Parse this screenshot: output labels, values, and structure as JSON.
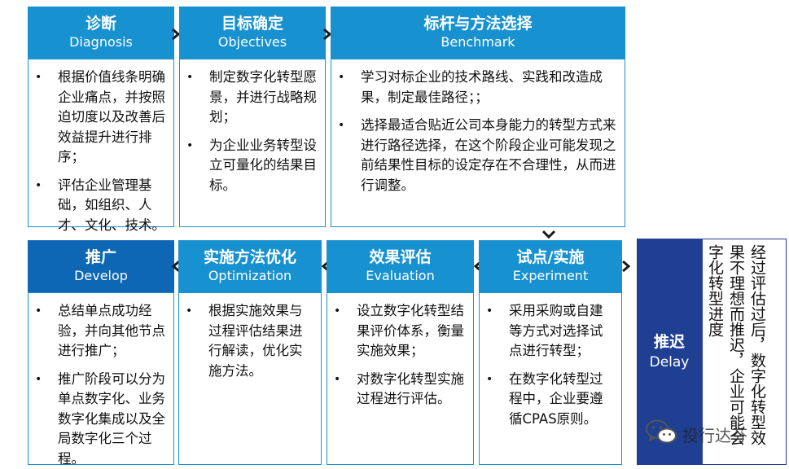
{
  "colors": {
    "header_light": "#1791cf",
    "header_dark": "#0e67b4",
    "delay_dark": "#1f3f93",
    "border": "#1791cf",
    "arrow": "#1a1a1a"
  },
  "top_row": [
    {
      "cn": "诊断",
      "en": "Diagnosis",
      "bullets": [
        "根据价值线条明确企业痛点，并按照迫切度以及改善后效益提升进行排序；",
        "评估企业管理基础，如组织、人才、文化、技术。"
      ]
    },
    {
      "cn": "目标确定",
      "en": "Objectives",
      "bullets": [
        "制定数字化转型愿景，并进行战略规划；",
        "为企业业务转型设立可量化的结果目标。"
      ]
    },
    {
      "cn": "标杆与方法选择",
      "en": "Benchmark",
      "bullets": [
        "学习对标企业的技术路线、实践和改造成果，制定最佳路径；；",
        "选择最适合贴近公司本身能力的转型方式来进行路径选择，在这个阶段企业可能发现之前结果性目标的设定存在不合理性，从而进行调整。"
      ]
    }
  ],
  "bottom_row": [
    {
      "cn": "推广",
      "en": "Develop",
      "bullets": [
        "总结单点成功经验，并向其他节点进行推广；",
        "推广阶段可以分为单点数字化、业务数字化集成以及全局数字化三个过程。"
      ]
    },
    {
      "cn": "实施方法优化",
      "en": "Optimization",
      "bullets": [
        "根据实施效果与过程评估结果进行解读，优化实施方法。"
      ]
    },
    {
      "cn": "效果评估",
      "en": "Evaluation",
      "bullets": [
        "设立数字化转型结果评价体系，衡量实施效果；",
        "对数字化转型实施过程进行评估。"
      ]
    },
    {
      "cn": "试点/实施",
      "en": "Experiment",
      "bullets": [
        "采用采购或自建等方式对选择试点进行转型；",
        "在数字化转型过程中，企业要遵循CPAS原则。"
      ]
    }
  ],
  "delay": {
    "cn": "推迟",
    "en": "Delay",
    "text": "经过评估过后，数字化转型效果不理想而推迟，企业可能会字化转型进度"
  },
  "watermark": {
    "icon": "wechat-icon",
    "label": "投行达芬"
  }
}
